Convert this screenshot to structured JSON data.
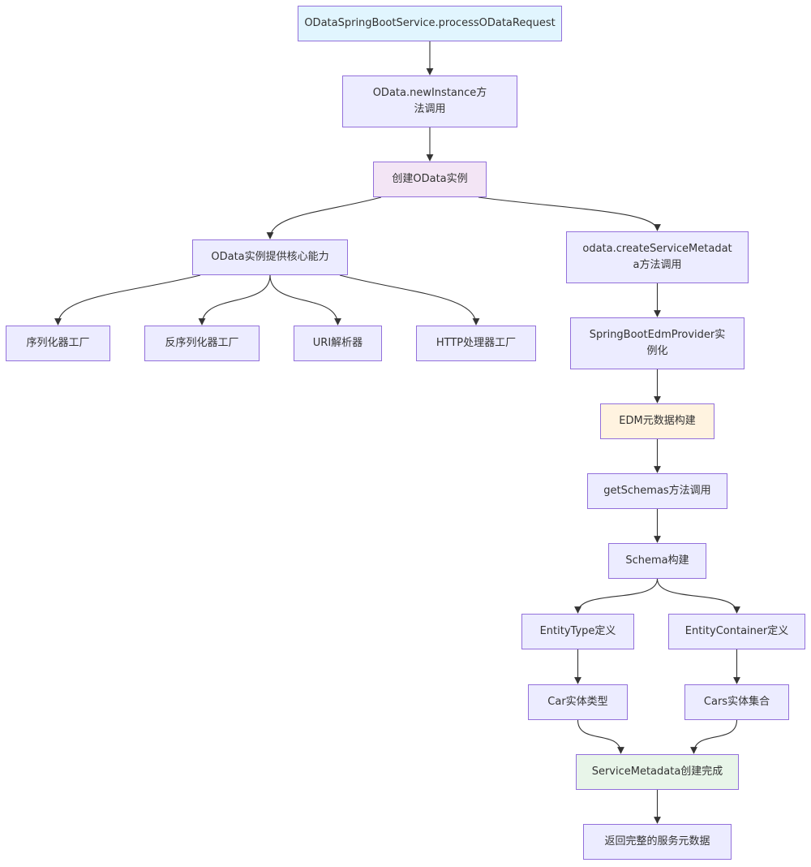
{
  "diagram": {
    "nodes": {
      "start": "ODataSpringBootService.processODataRequest",
      "newInstance": "OData.newInstance方法调用",
      "createOData": "创建OData实例",
      "coreCapabilities": "OData实例提供核心能力",
      "serializerFactory": "序列化器工厂",
      "deserializerFactory": "反序列化器工厂",
      "uriParser": "URI解析器",
      "httpHandlerFactory": "HTTP处理器工厂",
      "createServiceMetadata": "odata.createServiceMetadata方法调用",
      "edmProvider": "SpringBootEdmProvider实例化",
      "edmBuild": "EDM元数据构建",
      "getSchemas": "getSchemas方法调用",
      "schemaBuild": "Schema构建",
      "entityType": "EntityType定义",
      "entityContainer": "EntityContainer定义",
      "carEntityType": "Car实体类型",
      "carsEntitySet": "Cars实体集合",
      "metadataDone": "ServiceMetadata创建完成",
      "returnMetadata": "返回完整的服务元数据"
    },
    "edges": [
      [
        "start",
        "newInstance"
      ],
      [
        "newInstance",
        "createOData"
      ],
      [
        "createOData",
        "coreCapabilities"
      ],
      [
        "createOData",
        "createServiceMetadata"
      ],
      [
        "coreCapabilities",
        "serializerFactory"
      ],
      [
        "coreCapabilities",
        "deserializerFactory"
      ],
      [
        "coreCapabilities",
        "uriParser"
      ],
      [
        "coreCapabilities",
        "httpHandlerFactory"
      ],
      [
        "createServiceMetadata",
        "edmProvider"
      ],
      [
        "edmProvider",
        "edmBuild"
      ],
      [
        "edmBuild",
        "getSchemas"
      ],
      [
        "getSchemas",
        "schemaBuild"
      ],
      [
        "schemaBuild",
        "entityType"
      ],
      [
        "schemaBuild",
        "entityContainer"
      ],
      [
        "entityType",
        "carEntityType"
      ],
      [
        "entityContainer",
        "carsEntitySet"
      ],
      [
        "carEntityType",
        "metadataDone"
      ],
      [
        "carsEntitySet",
        "metadataDone"
      ],
      [
        "metadataDone",
        "returnMetadata"
      ]
    ],
    "colors": {
      "default_fill": "#ECECFF",
      "border": "#9370DB",
      "start_fill": "#E1F5FE",
      "create_fill": "#F3E5F5",
      "edm_fill": "#FFF3E0",
      "done_fill": "#E8F5E9",
      "edge": "#333333"
    }
  }
}
